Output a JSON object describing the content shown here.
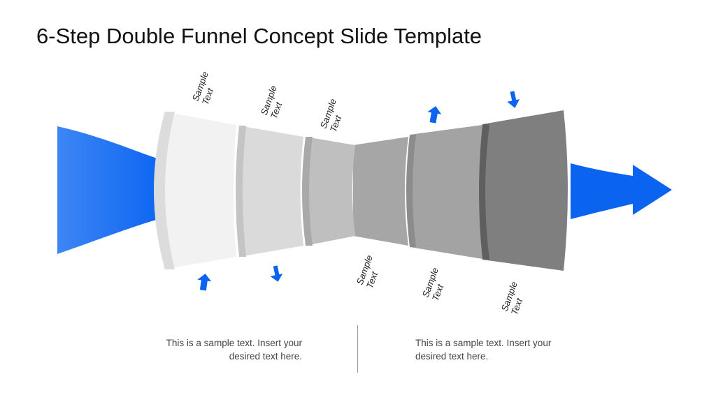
{
  "slide": {
    "title": "6-Step Double Funnel Concept Slide Template",
    "steps": [
      {
        "label_line1": "Sample",
        "label_line2": "Text",
        "color": "#F2F2F2",
        "rim_color": "#DCDCDC",
        "arrow_direction": "up"
      },
      {
        "label_line1": "Sample",
        "label_line2": "Text",
        "color": "#DADADA",
        "rim_color": "#C4C4C4",
        "arrow_direction": "down"
      },
      {
        "label_line1": "Sample",
        "label_line2": "Text",
        "color": "#BFBFBF",
        "rim_color": "#A9A9A9",
        "arrow_direction": "none"
      },
      {
        "label_line1": "Sample",
        "label_line2": "Text",
        "color": "#A6A6A6",
        "rim_color": "#959595",
        "arrow_direction": "none"
      },
      {
        "label_line1": "Sample",
        "label_line2": "Text",
        "color": "#A3A3A3",
        "rim_color": "#8C8C8C",
        "arrow_direction": "up"
      },
      {
        "label_line1": "Sample",
        "label_line2": "Text",
        "color": "#7F7F7F",
        "rim_color": "#5F5F5F",
        "arrow_direction": "down"
      }
    ],
    "captions": {
      "left": "This is a sample text. Insert your desired text here.",
      "right": "This is a sample text. Insert your desired text here."
    },
    "colors": {
      "accent": "#0A64F0",
      "accent_light": "#3D86F5",
      "divider": "#9A9A9A"
    }
  }
}
